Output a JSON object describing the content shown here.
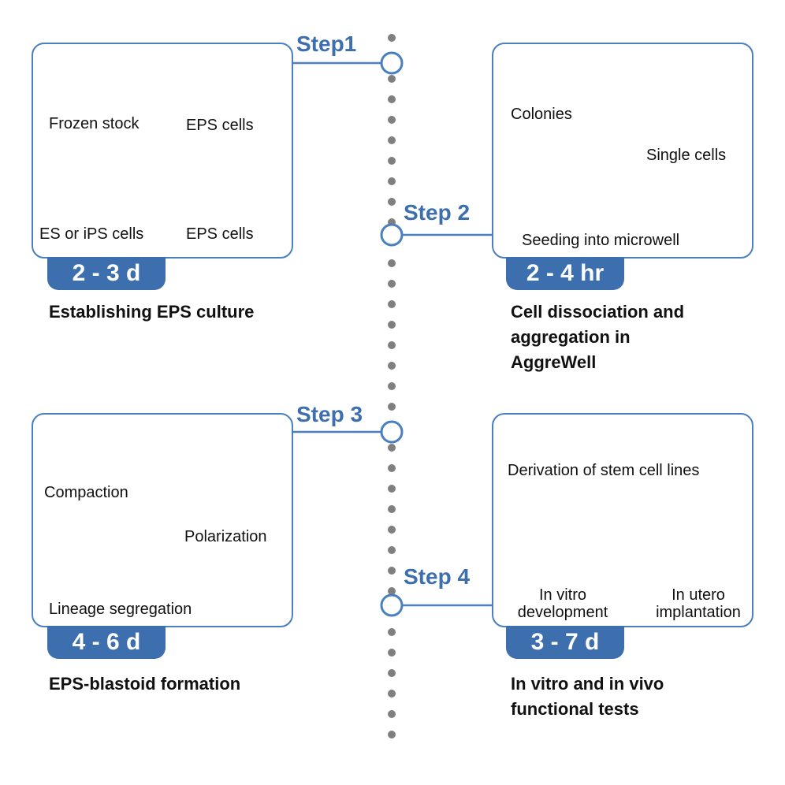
{
  "steps": [
    {
      "label": "Step1",
      "duration": "2 - 3 d",
      "title": "Establishing EPS culture",
      "labels": [
        "Frozen stock",
        "EPS cells",
        "ES or iPS cells",
        "EPS cells"
      ]
    },
    {
      "label": "Step 2",
      "duration": "2 - 4 hr",
      "title_lines": [
        "Cell dissociation and",
        "aggregation in",
        "AggreWell"
      ],
      "labels": [
        "Colonies",
        "Single cells",
        "Seeding into microwell"
      ]
    },
    {
      "label": "Step 3",
      "duration": "4 - 6 d",
      "title": "EPS-blastoid formation",
      "labels": [
        "Compaction",
        "Polarization",
        "Lineage segregation"
      ]
    },
    {
      "label": "Step 4",
      "duration": "3 - 7 d",
      "title_lines": [
        "In vitro and in vivo",
        "functional tests"
      ],
      "labels": [
        "Derivation of stem cell lines"
      ],
      "label_pairs": [
        [
          "In vitro",
          "development"
        ],
        [
          "In utero",
          "implantation"
        ]
      ]
    }
  ],
  "colors": {
    "accent": "#3d6fae",
    "panel_border": "#4a7fc0",
    "timeline_dots": "#7f7f7f",
    "eps_dish": "#c94a3a",
    "es_dish": "#9fd4c8",
    "cells": "#f4df6a",
    "microwell_plate": "#2233cc"
  }
}
